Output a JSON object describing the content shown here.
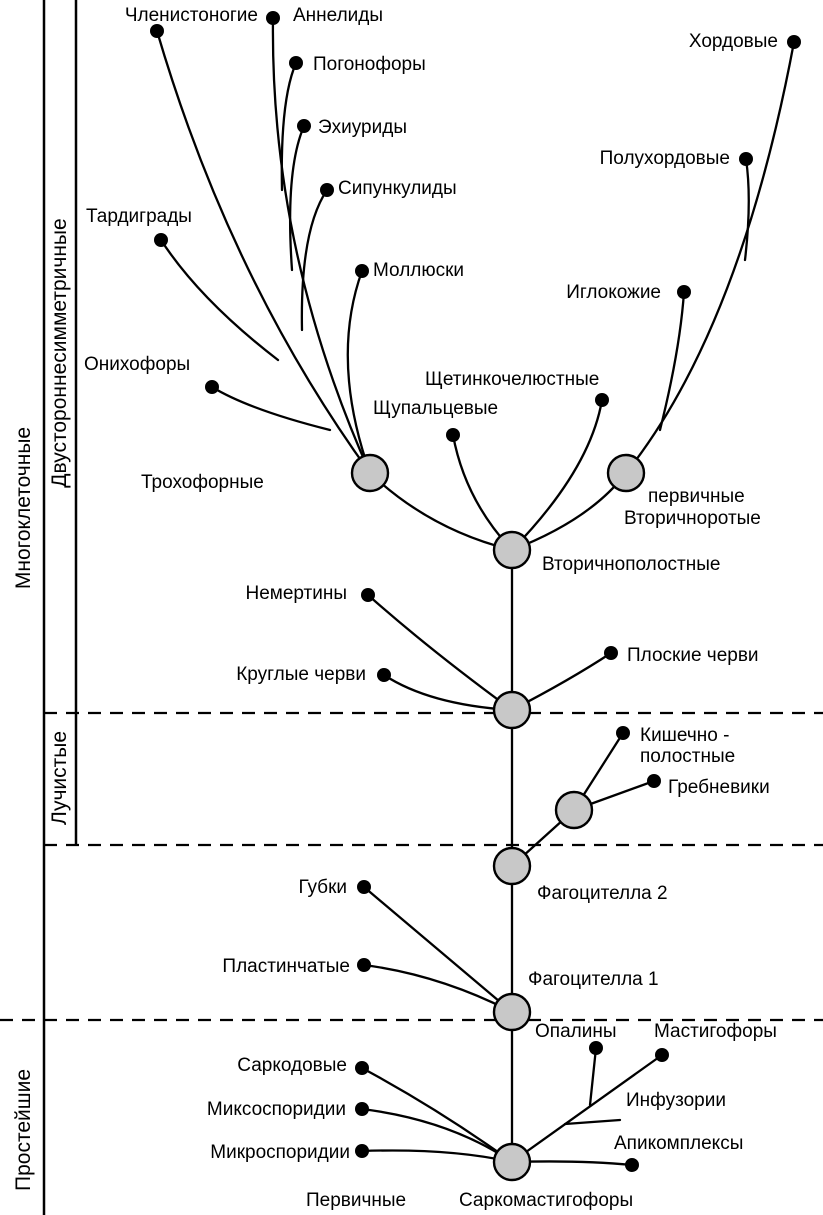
{
  "zones": {
    "mnogokletochnye": "Многоклеточные",
    "dvustoronne": "Двусторонне­симметричные",
    "luchistye": "Лучистые",
    "prosteishie": "Простейшие"
  },
  "taxa": {
    "chlenistonogie": "Членистоногие",
    "annelidy": "Аннелиды",
    "pogonofory": "Погонофоры",
    "ekhiuridy": "Эхиуриды",
    "sipunkulidy": "Сипункулиды",
    "tardigrady": "Тардиграды",
    "mollyuski": "Моллюски",
    "onikhofory": "Онихофоры",
    "khordovye": "Хордовые",
    "polukhordovye": "Полухордовые",
    "iglokozhie": "Иглокожие",
    "shchetinkochelyustnye": "Щетинкочелюстные",
    "shchupaltsevye": "Щупальцевые",
    "trokhofornye": "Трохофорные",
    "vtorichnorotye_1": "первичные",
    "vtorichnorotye_2": "Вторичноротые",
    "vtorichnopolostnye": "Вторичнополостные",
    "nemertiny": "Немертины",
    "ploskie_chervi": "Плоские черви",
    "kruglye_chervi": "Круглые черви",
    "kishechnopolostnye_1": "Кишечно -",
    "kishechnopolostnye_2": "полостные",
    "grebneviki": "Гребневики",
    "gubki": "Губки",
    "fagotsitella_2": "Фагоцителла 2",
    "plastinchatye": "Пластинчатые",
    "fagotsitella_1": "Фагоцителла 1",
    "opaliny": "Опалины",
    "mastigofory": "Мастигофоры",
    "sarkodovye": "Саркодовые",
    "miksosporidii": "Миксоспоридии",
    "infuzorii": "Инфузории",
    "apikompleksy": "Апикомплексы",
    "mikrosporidii": "Микроспоридии",
    "pervichnye": "Первичные",
    "sarkomastigofory": "Саркомастигофоры"
  }
}
